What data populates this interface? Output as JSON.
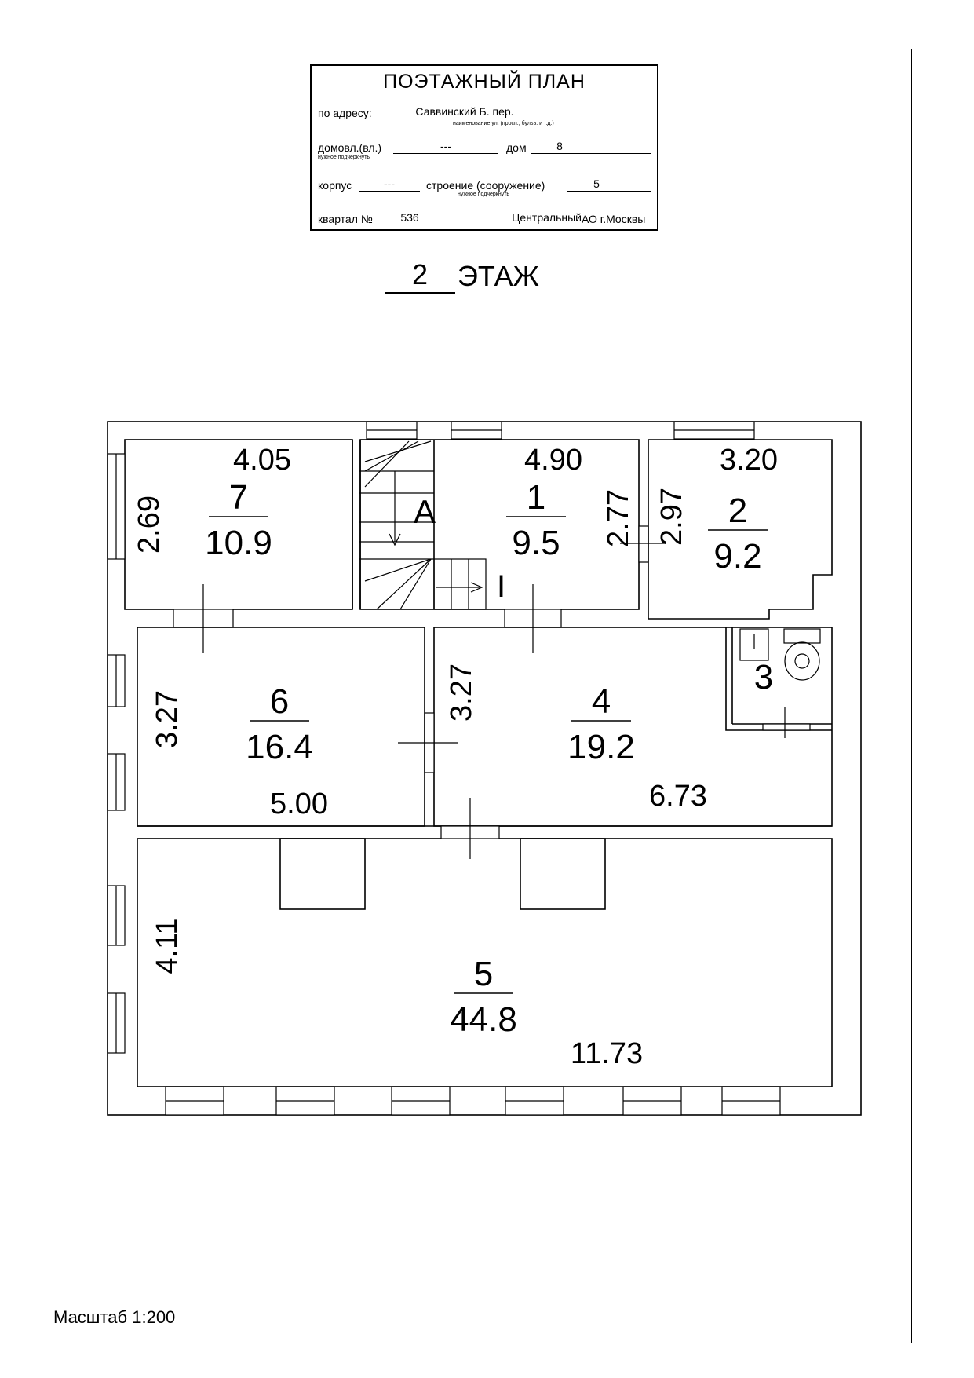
{
  "stamp": {
    "title": "ПОЭТАЖНЫЙ ПЛАН",
    "address_label": "по адресу:",
    "street": "Саввинский Б. пер.",
    "street_hint": "наименование ул. (просп., бульв. и т.д.)",
    "domovl_label": "домовл.(вл.)",
    "domovl_value": "---",
    "dom_label": "дом",
    "dom_value": "8",
    "underline_hint_1": "нужное подчеркнуть",
    "korpus_label": "корпус",
    "korpus_value": "---",
    "stroenie_label": "строение (сооружение)",
    "stroenie_value": "5",
    "underline_hint_2": "нужное подчеркнуть",
    "kvartal_label": "квартал №",
    "kvartal_value": "536",
    "district_value": "Центральный",
    "district_suffix": "АО г.Москвы"
  },
  "floor": {
    "number": "2",
    "word": "ЭТАЖ"
  },
  "scale": "Масштаб 1:200",
  "rooms": [
    {
      "number": "7",
      "area": "10.9"
    },
    {
      "number": "1",
      "area": "9.5"
    },
    {
      "number": "2",
      "area": "9.2"
    },
    {
      "number": "3"
    },
    {
      "number": "6",
      "area": "16.4"
    },
    {
      "number": "4",
      "area": "19.2"
    },
    {
      "number": "5",
      "area": "44.8"
    }
  ],
  "dimensions": [
    "4.05",
    "4.90",
    "3.20",
    "2.69",
    "2.77",
    "2.97",
    "3.27",
    "3.27",
    "5.00",
    "6.73",
    "4.11",
    "11.73"
  ],
  "stair_marks": {
    "label": "A",
    "roman": "I"
  }
}
